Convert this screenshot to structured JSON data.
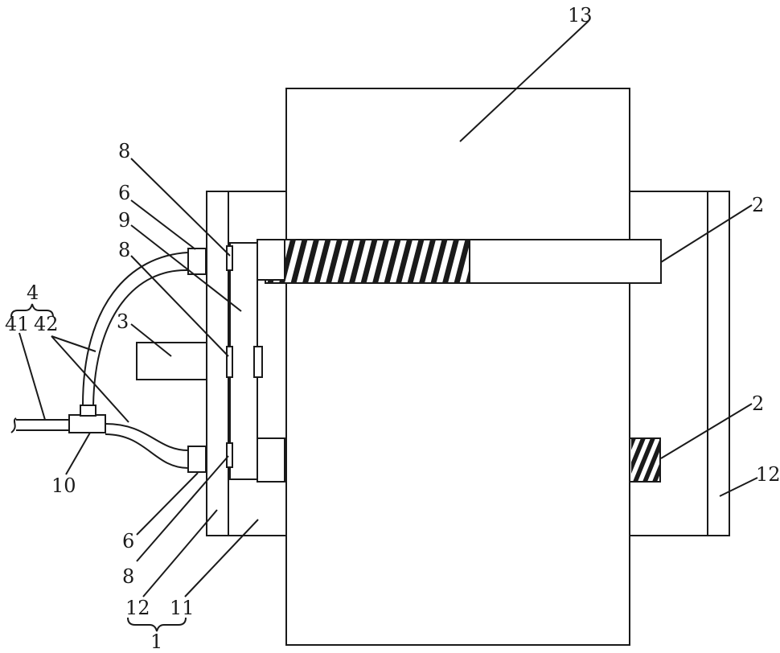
{
  "labels": {
    "main_body": "13",
    "screw_upper": "2",
    "screw_lower": "2",
    "plate_right": "12",
    "nozzle_upper": "6",
    "nozzle_lower": "6",
    "sensor_upper": "8",
    "sensor_mid": "8",
    "sensor_lower": "8",
    "bracket": "9",
    "block": "3",
    "pipe_group": "4",
    "pipe_inlet": "41",
    "pipe_branch": "42",
    "tee_joint": "10",
    "plate_left": "12",
    "frame": "11",
    "assembly": "1"
  }
}
